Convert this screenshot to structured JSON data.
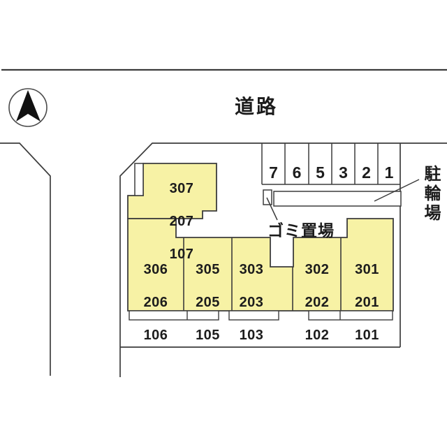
{
  "plan": {
    "title_hint": "site layout plan",
    "road_label": "道路",
    "bike_parking_label": "駐輪場",
    "garbage_label": "ゴミ置場",
    "icons": {
      "compass": "north-compass-icon"
    }
  },
  "parking": {
    "space_labels": [
      "7",
      "6",
      "5",
      "3",
      "2",
      "1"
    ]
  },
  "building": {
    "stacks": [
      {
        "name": "stack-7",
        "floors": [
          "307",
          "207",
          "107"
        ]
      },
      {
        "name": "stack-6",
        "floors": [
          "306",
          "206",
          "106"
        ]
      },
      {
        "name": "stack-5",
        "floors": [
          "305",
          "205",
          "105"
        ]
      },
      {
        "name": "stack-3",
        "floors": [
          "303",
          "203",
          "103"
        ]
      },
      {
        "name": "stack-2",
        "floors": [
          "302",
          "202",
          "102"
        ]
      },
      {
        "name": "stack-1",
        "floors": [
          "301",
          "201",
          "101"
        ]
      }
    ]
  },
  "colors": {
    "unit_fill": "#f7f2a5",
    "outline": "#3c3c3c",
    "text": "#1c1c1c",
    "needle": "#111111"
  }
}
